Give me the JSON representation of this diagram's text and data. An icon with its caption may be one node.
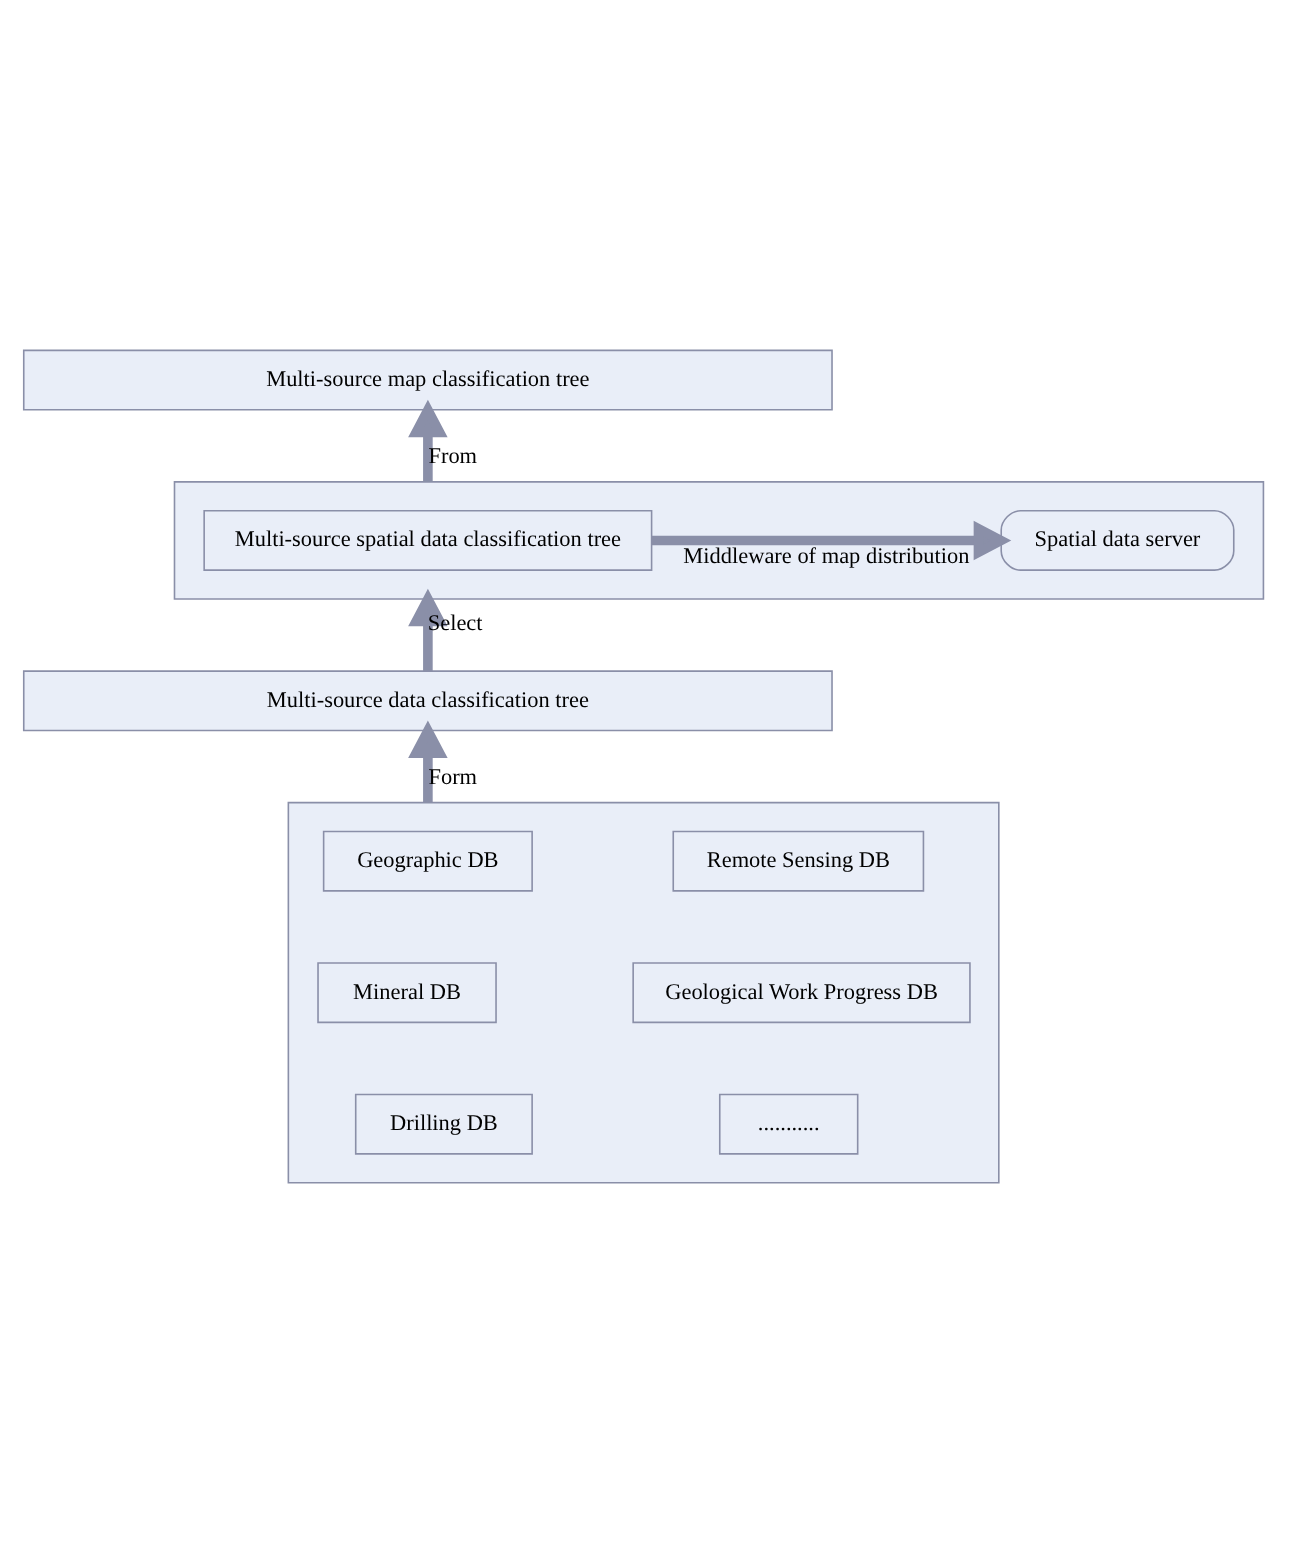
{
  "diagram": {
    "nodes": [
      {
        "text": [
          "Multi-source map classification tree"
        ]
      },
      {
        "text": [],
        "shape": "box"
      },
      {
        "text": [
          "Multi-source spatial data classification tree"
        ],
        "in": 1
      },
      {
        "text": [
          "Spatial data server"
        ],
        "in": 1
      },
      {
        "text": [
          "Multi-source data classification tree"
        ]
      },
      {
        "text": [],
        "shape": "box"
      },
      {
        "text": [
          "Geographic DB"
        ],
        "in": 5
      },
      {
        "text": [
          "Remote Sensing DB"
        ],
        "in": 5
      },
      {
        "text": [
          "Mineral DB"
        ],
        "in": 5
      },
      {
        "text": [
          "Geological Work Progress DB"
        ],
        "in": 5
      },
      {
        "text": [
          "Drilling DB"
        ],
        "in": 5
      },
      {
        "text": [
          "..........."
        ],
        "in": 5
      }
    ],
    "edges": [
      {
        "from": 1,
        "to": 0,
        "arrow": "to",
        "label": "From"
      },
      {
        "from": 2,
        "to": 3,
        "arrow": "to",
        "label": "Middleware of map distribution"
      },
      {
        "from": 4,
        "to": 1,
        "arrow": "to",
        "label": "Select"
      },
      {
        "from": 5,
        "to": 4,
        "arrow": "to",
        "label": "Form"
      }
    ]
  }
}
